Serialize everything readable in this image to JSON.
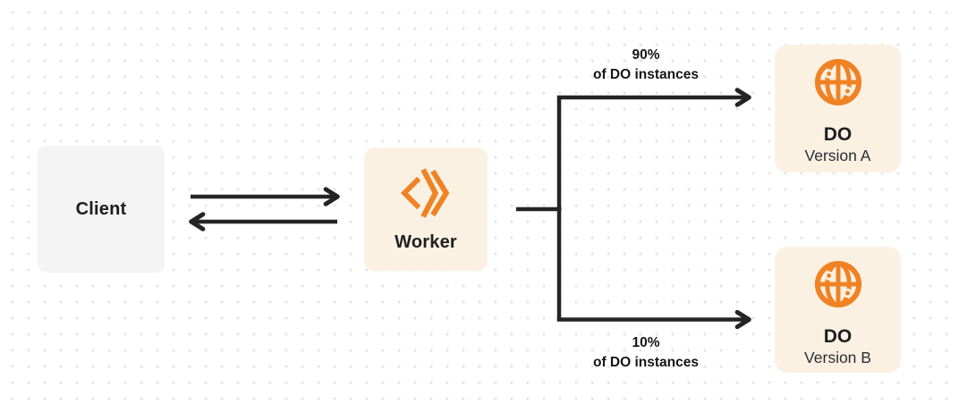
{
  "nodes": {
    "client": {
      "label": "Client"
    },
    "worker": {
      "label": "Worker",
      "icon": "workers-logo-icon"
    },
    "do_a": {
      "title": "DO",
      "subtitle": "Version A",
      "icon": "globe-icon"
    },
    "do_b": {
      "title": "DO",
      "subtitle": "Version B",
      "icon": "globe-icon"
    }
  },
  "edges": {
    "client_worker": {
      "type": "bidirectional-arrows"
    },
    "top": {
      "percent": "90%",
      "caption": "of DO instances"
    },
    "bottom": {
      "percent": "10%",
      "caption": "of DO instances"
    }
  },
  "colors": {
    "accent_orange": "#F08224",
    "node_cream": "#FBF1E3",
    "node_gray": "#F4F4F5",
    "line_dark": "#242424",
    "text_dark": "#1E1E22",
    "dot_grid": "#E3E3E7",
    "background": "#FFFFFF"
  }
}
